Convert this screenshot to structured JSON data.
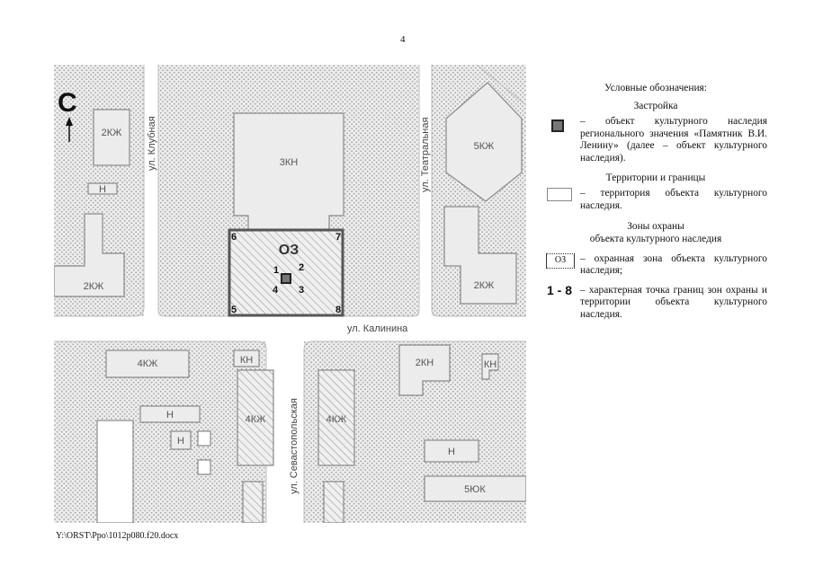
{
  "page_number": "4",
  "footer": "Y:\\ORST\\Ppo\\1012p080.f20.docx",
  "north_arrow": {
    "letter": "С",
    "icon": "north-arrow-icon"
  },
  "streets": {
    "klubnaya": "ул. Клубная",
    "teatralnaya": "ул. Театральная",
    "kalinina": "ул. Калинина",
    "sevastopolskaya": "ул. Севастопольская"
  },
  "buildings": {
    "b1": "2КЖ",
    "b2": "Н",
    "b3": "2КЖ",
    "b4": "3КН",
    "b5": "5КЖ",
    "b6": "2КЖ",
    "b7": "4КЖ",
    "b8": "КН",
    "b9": "4КЖ",
    "b10": "Н",
    "b11": "Н",
    "b12": "4КЖ",
    "b13": "2КН",
    "b14": "КН",
    "b15": "Н",
    "b16": "5ЮК"
  },
  "zone_label": "ОЗ",
  "points": {
    "p1": "1",
    "p2": "2",
    "p3": "3",
    "p4": "4",
    "p5": "5",
    "p6": "6",
    "p7": "7",
    "p8": "8"
  },
  "legend": {
    "title": "Условные обозначения:",
    "section_buildings": "Застройка",
    "item_object": "– объект культурного наследия регионального значения «Памятник В.И. Ленину» (далее – объект культурного наследия).",
    "section_territories": "Территории и границы",
    "item_territory": "– территория объекта культурного наследия.",
    "section_zones_1": "Зоны охраны",
    "section_zones_2": "объекта культурного наследия",
    "oz_symbol": "ОЗ",
    "item_oz": "– охранная зона объекта культурного наследия;",
    "points_symbol": "1 - 8",
    "item_points": "– характерная точка границ зон охраны и территории объекта культурного наследия."
  },
  "colors": {
    "block_fill": "#e6e6e6",
    "dots": "#9a9a9a",
    "hatch": "#8a8a8a",
    "zone_border": "#555555",
    "roads": "#ffffff"
  }
}
